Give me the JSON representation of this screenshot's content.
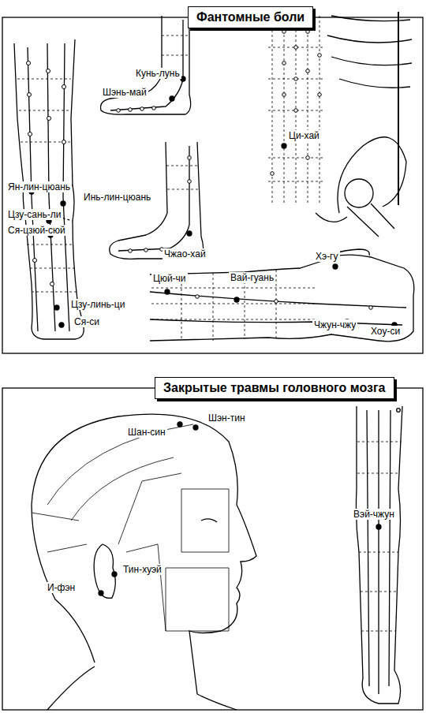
{
  "diagram": {
    "nodes": [
      {
        "text": [
          "Фантомные боли"
        ]
      },
      {
        "text": [
          "Закрытые травмы головного мозга"
        ]
      }
    ],
    "labels": [
      "Кунь-лунь",
      "Шэнь-май",
      "Ци-хай",
      "Ян-лин-цюань",
      "Инь-лин-цюань",
      "Цзу-сань-ли",
      "Ся-цзюй-сюй",
      "Чжао-хай",
      "Цзу-линь-ци",
      "Ся-си",
      "Цюй-чи",
      "Вай-гуань",
      "Хэ-гу",
      "Чжун-чжу",
      "Хоу-си",
      "Шан-син",
      "Шэн-тин",
      "Тин-хуэй",
      "И-фэн",
      "Вэй-чжун"
    ]
  }
}
